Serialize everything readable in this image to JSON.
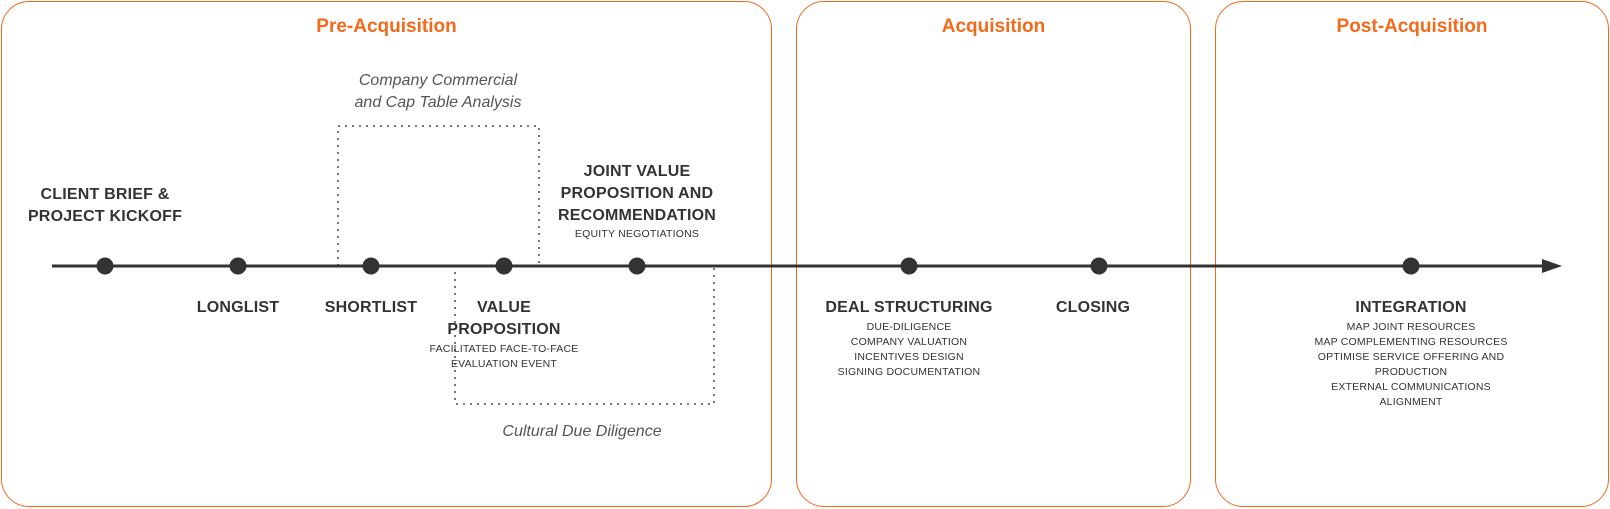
{
  "phases": [
    {
      "title": "Pre-Acquisition"
    },
    {
      "title": "Acquisition"
    },
    {
      "title": "Post-Acquisition"
    }
  ],
  "milestones": {
    "client_brief": {
      "lines": [
        "CLIENT BRIEF &",
        "PROJECT KICKOFF"
      ]
    },
    "longlist": {
      "label": "LONGLIST"
    },
    "shortlist": {
      "label": "SHORTLIST"
    },
    "value_proposition": {
      "lines": [
        "VALUE",
        "PROPOSITION"
      ],
      "details": [
        "FACILITATED FACE-TO-FACE",
        "EVALUATION EVENT"
      ]
    },
    "joint_value": {
      "lines": [
        "JOINT VALUE",
        "PROPOSITION AND",
        "RECOMMENDATION"
      ],
      "details": [
        "EQUITY NEGOTIATIONS"
      ]
    },
    "deal_structuring": {
      "label": "DEAL STRUCTURING",
      "details": [
        "DUE-DILIGENCE",
        "COMPANY VALUATION",
        "INCENTIVES DESIGN",
        "SIGNING DOCUMENTATION"
      ]
    },
    "closing": {
      "label": "CLOSING"
    },
    "integration": {
      "label": "INTEGRATION",
      "details": [
        "MAP JOINT RESOURCES",
        "MAP COMPLEMENTING RESOURCES",
        "OPTIMISE SERVICE OFFERING AND",
        "PRODUCTION",
        "EXTERNAL COMMUNICATIONS",
        "ALIGNMENT"
      ]
    }
  },
  "annotations": {
    "commercial_analysis": {
      "lines": [
        "Company Commercial",
        "and Cap Table Analysis"
      ]
    },
    "cultural_dd": {
      "label": "Cultural Due Diligence"
    }
  },
  "colors": {
    "accent": "#f26a1b",
    "line": "#333333",
    "dotted": "#777777"
  }
}
